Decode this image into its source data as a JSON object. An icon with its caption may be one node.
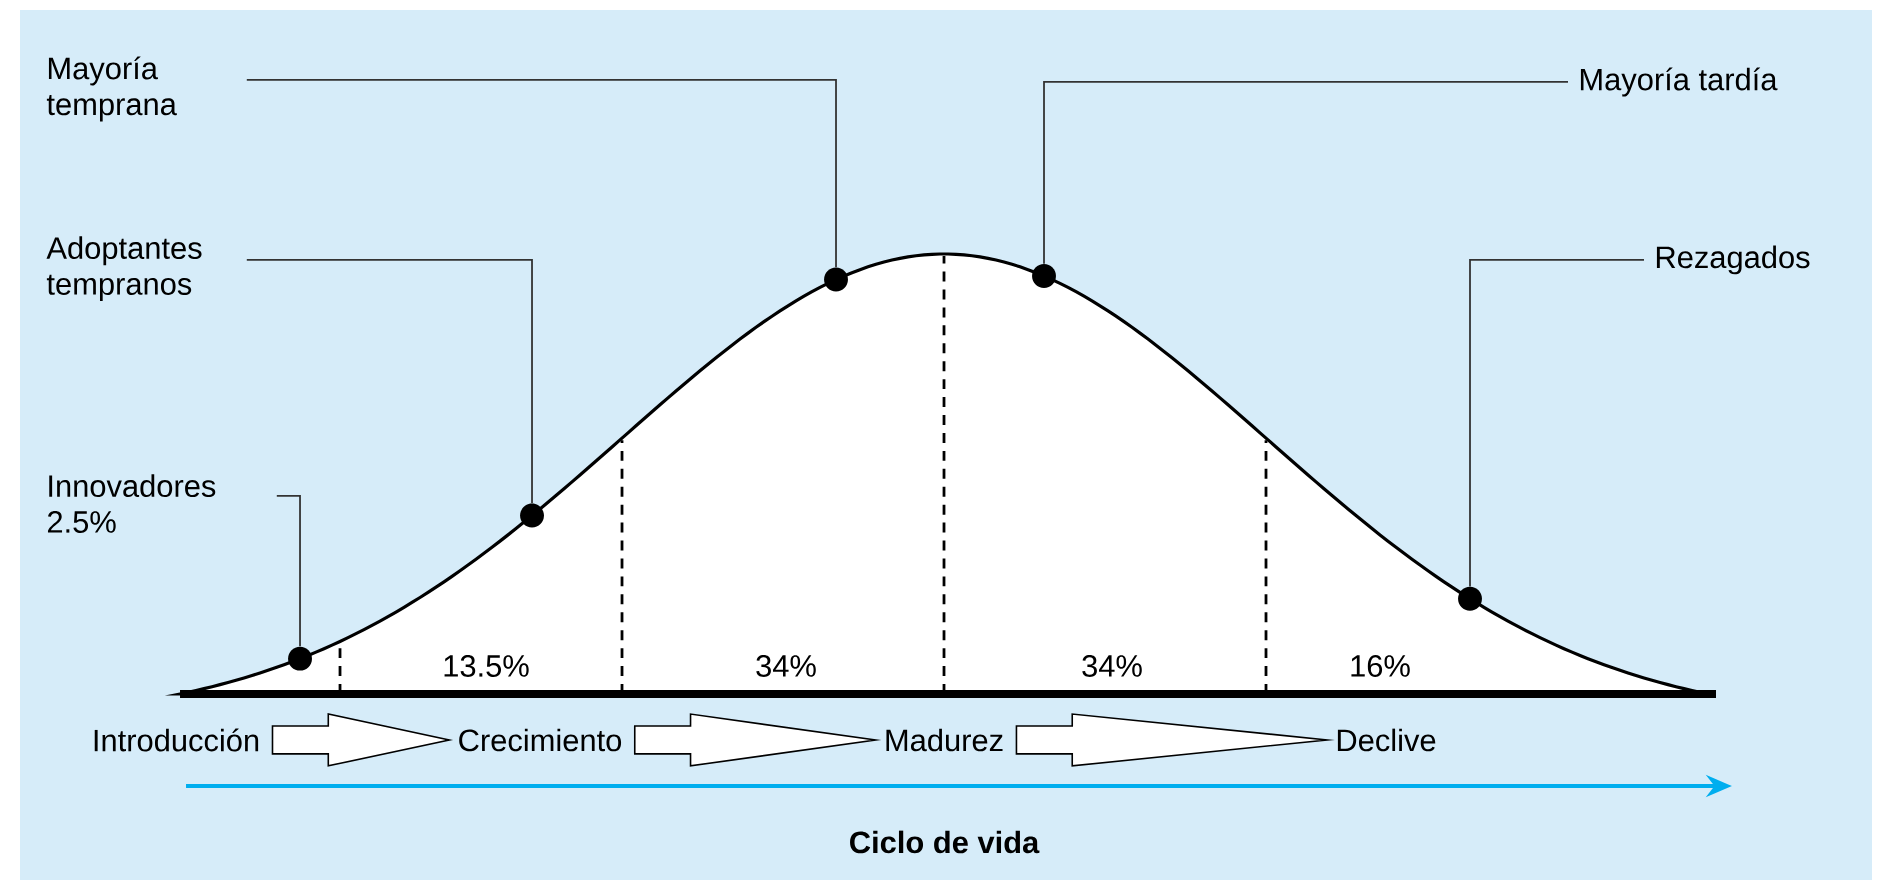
{
  "diagram": {
    "nodes": [
      {
        "text": [
          "Mayoría temprana"
        ]
      },
      {
        "text": [
          "Mayoría tardía"
        ]
      },
      {
        "text": [
          "Adoptantes tempranos"
        ]
      },
      {
        "text": [
          "Rezagados"
        ]
      },
      {
        "text": [
          "Innovadores 2.5%"
        ]
      },
      {
        "text": [],
        "shape": "circle"
      },
      {
        "text": [],
        "shape": "circle"
      },
      {
        "text": [],
        "shape": "circle"
      },
      {
        "text": [],
        "shape": "circle"
      },
      {
        "text": [],
        "shape": "circle"
      },
      {
        "text": [
          "Introducción"
        ]
      },
      {
        "text": [
          "Crecimiento"
        ]
      },
      {
        "text": [
          "Madurez"
        ]
      },
      {
        "text": [
          "Declive"
        ]
      }
    ],
    "edges": [
      {
        "from": 4,
        "to": 5,
        "arrow": "none"
      },
      {
        "from": 2,
        "to": 6,
        "arrow": "none"
      },
      {
        "from": 0,
        "to": 7,
        "arrow": "none"
      },
      {
        "from": 1,
        "to": 8,
        "arrow": "none"
      },
      {
        "from": 3,
        "to": 9,
        "arrow": "none"
      },
      {
        "from": 10,
        "to": 11,
        "arrow": "to"
      },
      {
        "from": 11,
        "to": 12,
        "arrow": "to"
      },
      {
        "from": 12,
        "to": 13,
        "arrow": "to"
      }
    ],
    "labels": [
      "13.5%",
      "34%",
      "34%",
      "16%",
      "Ciclo de vida"
    ]
  }
}
